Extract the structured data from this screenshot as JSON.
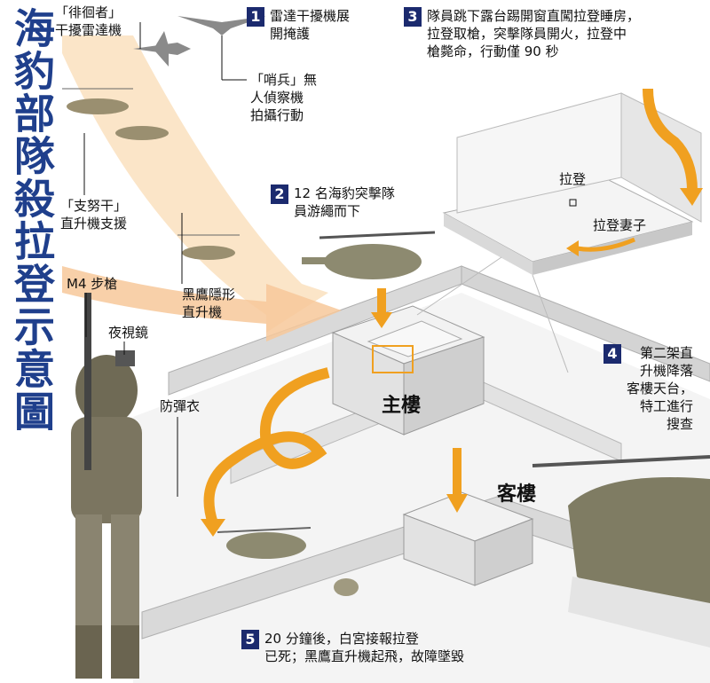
{
  "title": "海豹部隊殺拉登示意圖",
  "steps": [
    {
      "num": "1",
      "lines": [
        "雷達干擾機展",
        "開掩護"
      ]
    },
    {
      "num": "2",
      "lines": [
        "12 名海豹突擊隊",
        "員游繩而下"
      ]
    },
    {
      "num": "3",
      "lines": [
        "隊員跳下露台踢開窗直闖拉登睡房，",
        "拉登取槍，突擊隊員開火，拉登中",
        "槍斃命，行動僅 90 秒"
      ]
    },
    {
      "num": "4",
      "lines": [
        "第二架直",
        "升機降落",
        "客樓天台，",
        "特工進行",
        "搜查"
      ]
    },
    {
      "num": "5",
      "lines": [
        "20 分鐘後，白宮接報拉登",
        "已死；黑鷹直升機起飛，故障墜毀"
      ]
    }
  ],
  "labels": {
    "wanderer": [
      "「徘徊者」",
      "干擾雷達機"
    ],
    "sentinel": [
      "「哨兵」無",
      "人偵察機",
      "拍攝行動"
    ],
    "chinook": [
      "「支努干」",
      "直升機支援"
    ],
    "blackhawk": [
      "黑鷹隱形",
      "直升機"
    ],
    "m4": "M4 步槍",
    "nightvision": "夜視鏡",
    "vest": "防彈衣",
    "main_building": "主樓",
    "guest_building": "客樓",
    "bin_laden": "拉登",
    "wife": "拉登妻子"
  },
  "colors": {
    "title": "#1f3f8c",
    "arrow": "#f0a020",
    "badge": "#1b2a6e",
    "wall": "#d9d9d9",
    "building": "#ececec",
    "heli": "#8d8a70"
  }
}
